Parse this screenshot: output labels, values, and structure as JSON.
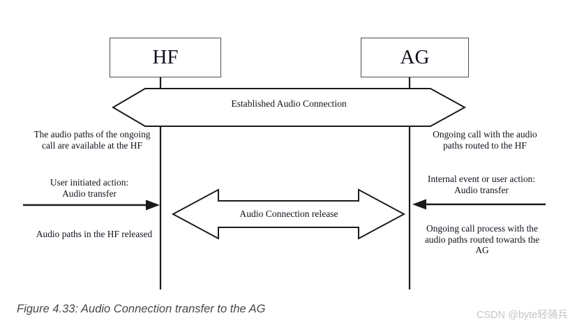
{
  "diagram": {
    "actors": [
      {
        "id": "hf",
        "label": "HF"
      },
      {
        "id": "ag",
        "label": "AG"
      }
    ],
    "banner": {
      "label": "Established Audio Connection"
    },
    "double_arrow": {
      "label": "Audio Connection release"
    },
    "annotations": {
      "hf_state_top": "The audio paths of the ongoing\ncall are available at the HF",
      "ag_state_top": "Ongoing call with the audio\npaths routed to the HF",
      "hf_action": "User initiated action:\nAudio transfer",
      "hf_state_bottom": "Audio paths in the HF released",
      "ag_action": "Internal event or user action:\nAudio transfer",
      "ag_state_bottom": "Ongoing call process with the\naudio paths routed towards the\nAG"
    },
    "caption": "Figure 4.33: Audio Connection transfer to the AG",
    "watermark": "CSDN @byte轻骑兵"
  },
  "colors": {
    "background": "#ffffff",
    "diagram_line": "#1a1a1a",
    "actor_box_border": "#4d4d4d",
    "text": "#10101c",
    "caption_text": "#474747",
    "watermark_text": "#c5c5ca"
  }
}
